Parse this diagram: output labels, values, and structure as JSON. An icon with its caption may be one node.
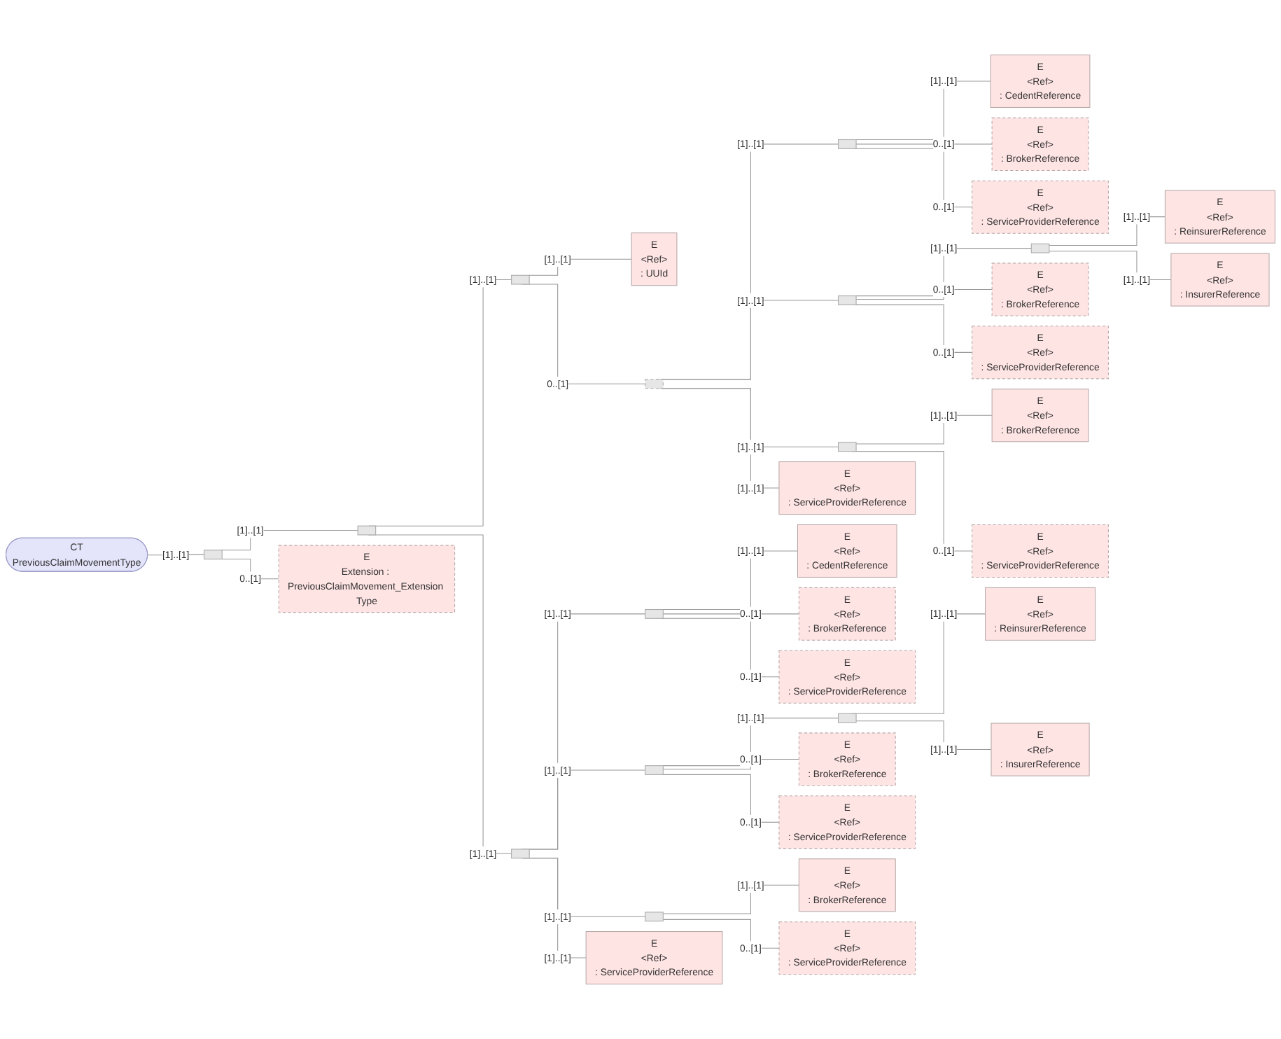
{
  "diagram": {
    "nodes": [
      {
        "text": [
          "CT",
          "PreviousClaimMovementType"
        ]
      },
      {
        "text": [],
        "shape": "box"
      },
      {
        "text": [],
        "shape": "box"
      },
      {
        "text": [],
        "shape": "box"
      },
      {
        "text": [
          "E",
          "<Ref>",
          ": UUId"
        ]
      },
      {
        "text": [],
        "shape": "box"
      },
      {
        "text": [],
        "shape": "box"
      },
      {
        "text": [
          "E",
          "<Ref>",
          ": CedentReference"
        ]
      },
      {
        "text": [
          "E",
          "<Ref>",
          ": BrokerReference"
        ]
      },
      {
        "text": [
          "E",
          "<Ref>",
          ": ServiceProviderReference"
        ]
      },
      {
        "text": [],
        "shape": "box"
      },
      {
        "text": [],
        "shape": "box"
      },
      {
        "text": [
          "E",
          "<Ref>",
          ": ReinsurerReference"
        ]
      },
      {
        "text": [
          "E",
          "<Ref>",
          ": InsurerReference"
        ]
      },
      {
        "text": [
          "E",
          "<Ref>",
          ": BrokerReference"
        ]
      },
      {
        "text": [
          "E",
          "<Ref>",
          ": ServiceProviderReference"
        ]
      },
      {
        "text": [],
        "shape": "box"
      },
      {
        "text": [
          "E",
          "<Ref>",
          ": BrokerReference"
        ]
      },
      {
        "text": [
          "E",
          "<Ref>",
          ": ServiceProviderReference"
        ]
      },
      {
        "text": [
          "E",
          "<Ref>",
          ": ServiceProviderReference"
        ]
      },
      {
        "text": [],
        "shape": "box"
      },
      {
        "text": [],
        "shape": "box"
      },
      {
        "text": [
          "E",
          "<Ref>",
          ": CedentReference"
        ]
      },
      {
        "text": [
          "E",
          "<Ref>",
          ": BrokerReference"
        ]
      },
      {
        "text": [
          "E",
          "<Ref>",
          ": ServiceProviderReference"
        ]
      },
      {
        "text": [],
        "shape": "box"
      },
      {
        "text": [],
        "shape": "box"
      },
      {
        "text": [
          "E",
          "<Ref>",
          ": ReinsurerReference"
        ]
      },
      {
        "text": [
          "E",
          "<Ref>",
          ": InsurerReference"
        ]
      },
      {
        "text": [
          "E",
          "<Ref>",
          ": BrokerReference"
        ]
      },
      {
        "text": [
          "E",
          "<Ref>",
          ": ServiceProviderReference"
        ]
      },
      {
        "text": [],
        "shape": "box"
      },
      {
        "text": [
          "E",
          "<Ref>",
          ": BrokerReference"
        ]
      },
      {
        "text": [
          "E",
          "<Ref>",
          ": ServiceProviderReference"
        ]
      },
      {
        "text": [
          "E",
          "<Ref>",
          ": ServiceProviderReference"
        ]
      },
      {
        "text": [
          "E",
          "Extension : PreviousClaimMovement_Extension Type"
        ]
      }
    ],
    "edges": [
      {
        "from": 0,
        "to": 1,
        "arrow": "none",
        "label": "[1]..[1]"
      },
      {
        "from": 1,
        "to": 2,
        "arrow": "none",
        "label": "[1]..[1]"
      },
      {
        "from": 1,
        "to": 35,
        "arrow": "none",
        "label": "0..[1]"
      },
      {
        "from": 2,
        "to": 3,
        "arrow": "none",
        "label": "[1]..[1]"
      },
      {
        "from": 2,
        "to": 20,
        "arrow": "none",
        "label": "[1]..[1]"
      },
      {
        "from": 3,
        "to": 4,
        "arrow": "none",
        "label": "[1]..[1]"
      },
      {
        "from": 3,
        "to": 5,
        "arrow": "none",
        "label": "0..[1]"
      },
      {
        "from": 5,
        "to": 6,
        "arrow": "none",
        "label": "[1]..[1]"
      },
      {
        "from": 6,
        "to": 7,
        "arrow": "none",
        "label": "[1]..[1]"
      },
      {
        "from": 6,
        "to": 8,
        "arrow": "none",
        "label": "0..[1]"
      },
      {
        "from": 6,
        "to": 9,
        "arrow": "none",
        "label": "0..[1]"
      },
      {
        "from": 5,
        "to": 10,
        "arrow": "none",
        "label": "[1]..[1]"
      },
      {
        "from": 10,
        "to": 11,
        "arrow": "none",
        "label": "[1]..[1]"
      },
      {
        "from": 11,
        "to": 12,
        "arrow": "none",
        "label": "[1]..[1]"
      },
      {
        "from": 11,
        "to": 13,
        "arrow": "none",
        "label": "[1]..[1]"
      },
      {
        "from": 10,
        "to": 14,
        "arrow": "none",
        "label": "0..[1]"
      },
      {
        "from": 10,
        "to": 15,
        "arrow": "none",
        "label": "0..[1]"
      },
      {
        "from": 5,
        "to": 16,
        "arrow": "none",
        "label": "[1]..[1]"
      },
      {
        "from": 16,
        "to": 17,
        "arrow": "none",
        "label": "[1]..[1]"
      },
      {
        "from": 16,
        "to": 18,
        "arrow": "none",
        "label": "0..[1]"
      },
      {
        "from": 5,
        "to": 19,
        "arrow": "none",
        "label": "[1]..[1]"
      },
      {
        "from": 20,
        "to": 21,
        "arrow": "none",
        "label": "[1]..[1]"
      },
      {
        "from": 21,
        "to": 22,
        "arrow": "none",
        "label": "[1]..[1]"
      },
      {
        "from": 21,
        "to": 23,
        "arrow": "none",
        "label": "0..[1]"
      },
      {
        "from": 21,
        "to": 24,
        "arrow": "none",
        "label": "0..[1]"
      },
      {
        "from": 20,
        "to": 25,
        "arrow": "none",
        "label": "[1]..[1]"
      },
      {
        "from": 25,
        "to": 26,
        "arrow": "none",
        "label": "[1]..[1]"
      },
      {
        "from": 26,
        "to": 27,
        "arrow": "none",
        "label": "[1]..[1]"
      },
      {
        "from": 26,
        "to": 28,
        "arrow": "none",
        "label": "[1]..[1]"
      },
      {
        "from": 25,
        "to": 29,
        "arrow": "none",
        "label": "0..[1]"
      },
      {
        "from": 25,
        "to": 30,
        "arrow": "none",
        "label": "0..[1]"
      },
      {
        "from": 20,
        "to": 31,
        "arrow": "none",
        "label": "[1]..[1]"
      },
      {
        "from": 31,
        "to": 32,
        "arrow": "none",
        "label": "[1]..[1]"
      },
      {
        "from": 31,
        "to": 33,
        "arrow": "none",
        "label": "0..[1]"
      },
      {
        "from": 20,
        "to": 34,
        "arrow": "none",
        "label": "[1]..[1]"
      }
    ]
  }
}
